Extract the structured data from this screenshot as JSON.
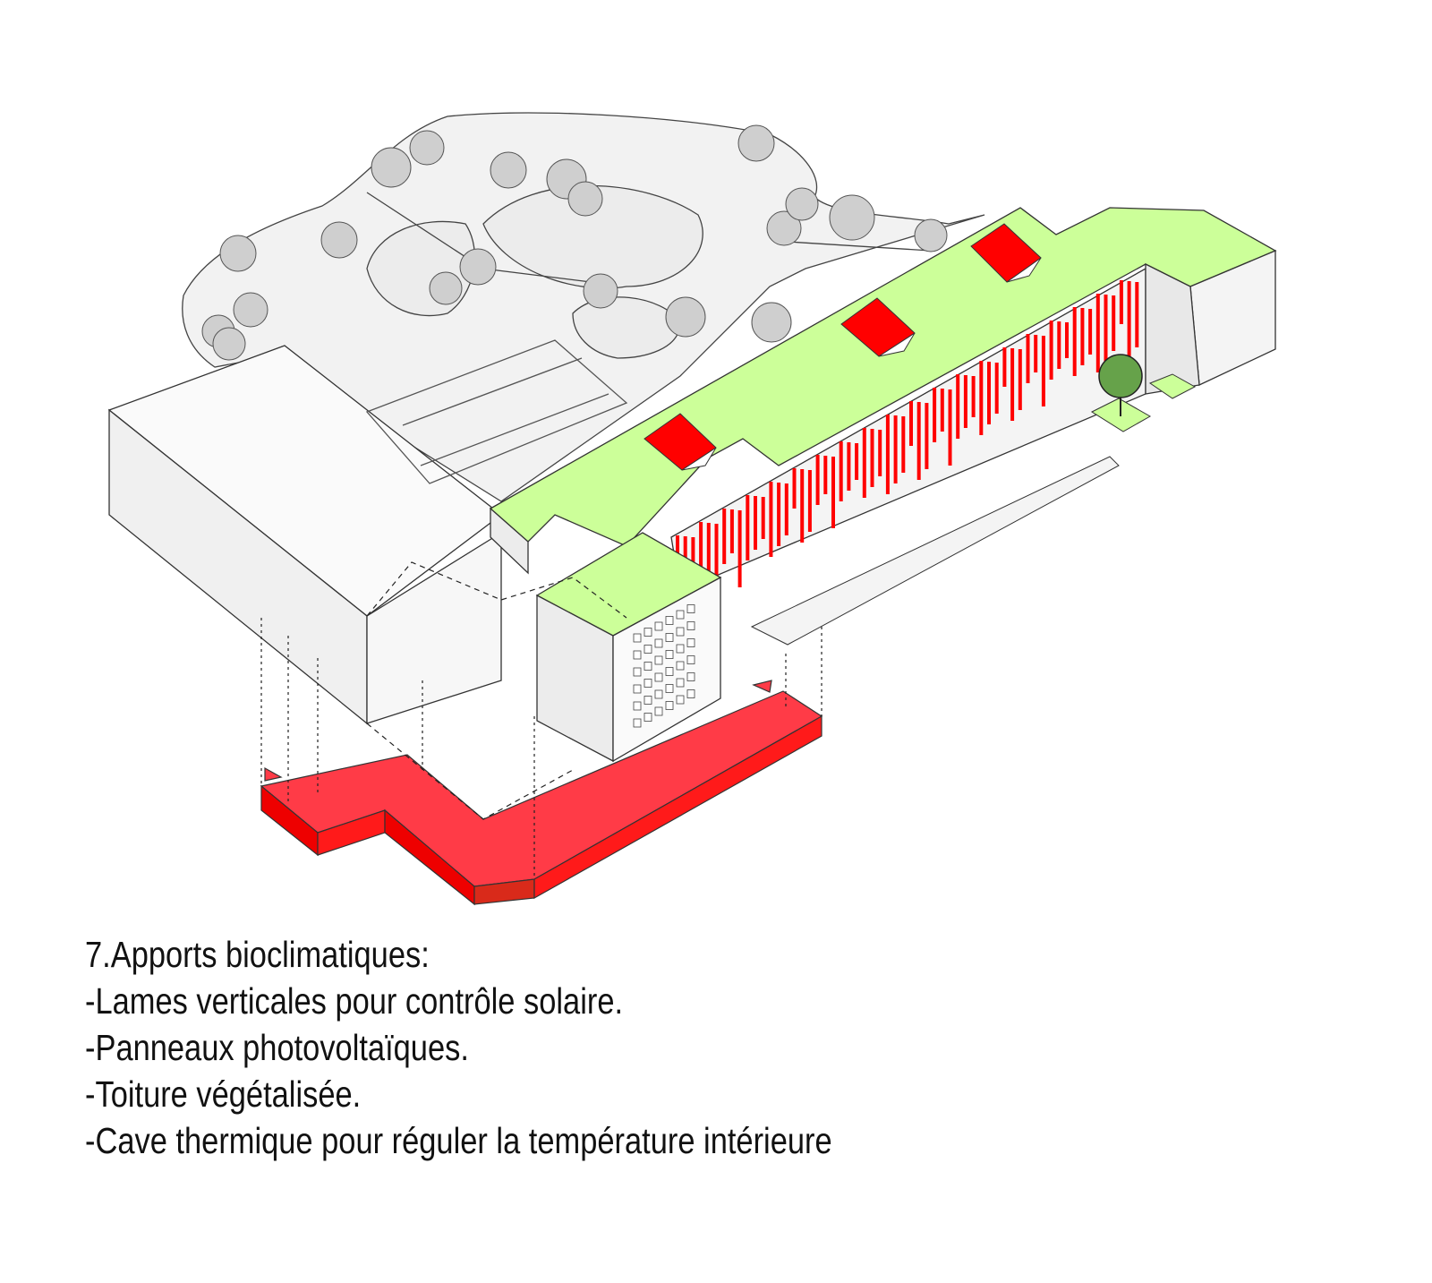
{
  "caption": {
    "title": "7.Apports bioclimatiques:",
    "items": [
      "-Lames verticales pour contrôle solaire.",
      "-Panneaux photovoltaïques.",
      "-Toiture végétalisée.",
      "-Cave thermique pour réguler la température intérieure"
    ]
  },
  "colors": {
    "green_roof": "#ccff99",
    "solar_red": "#ff0000",
    "cave_red": "#ff3b47",
    "cave_side": "#ee0000",
    "tree_gray": "#cfcfcf",
    "tree_green": "#66a24a",
    "building": "#f4f4f4"
  }
}
